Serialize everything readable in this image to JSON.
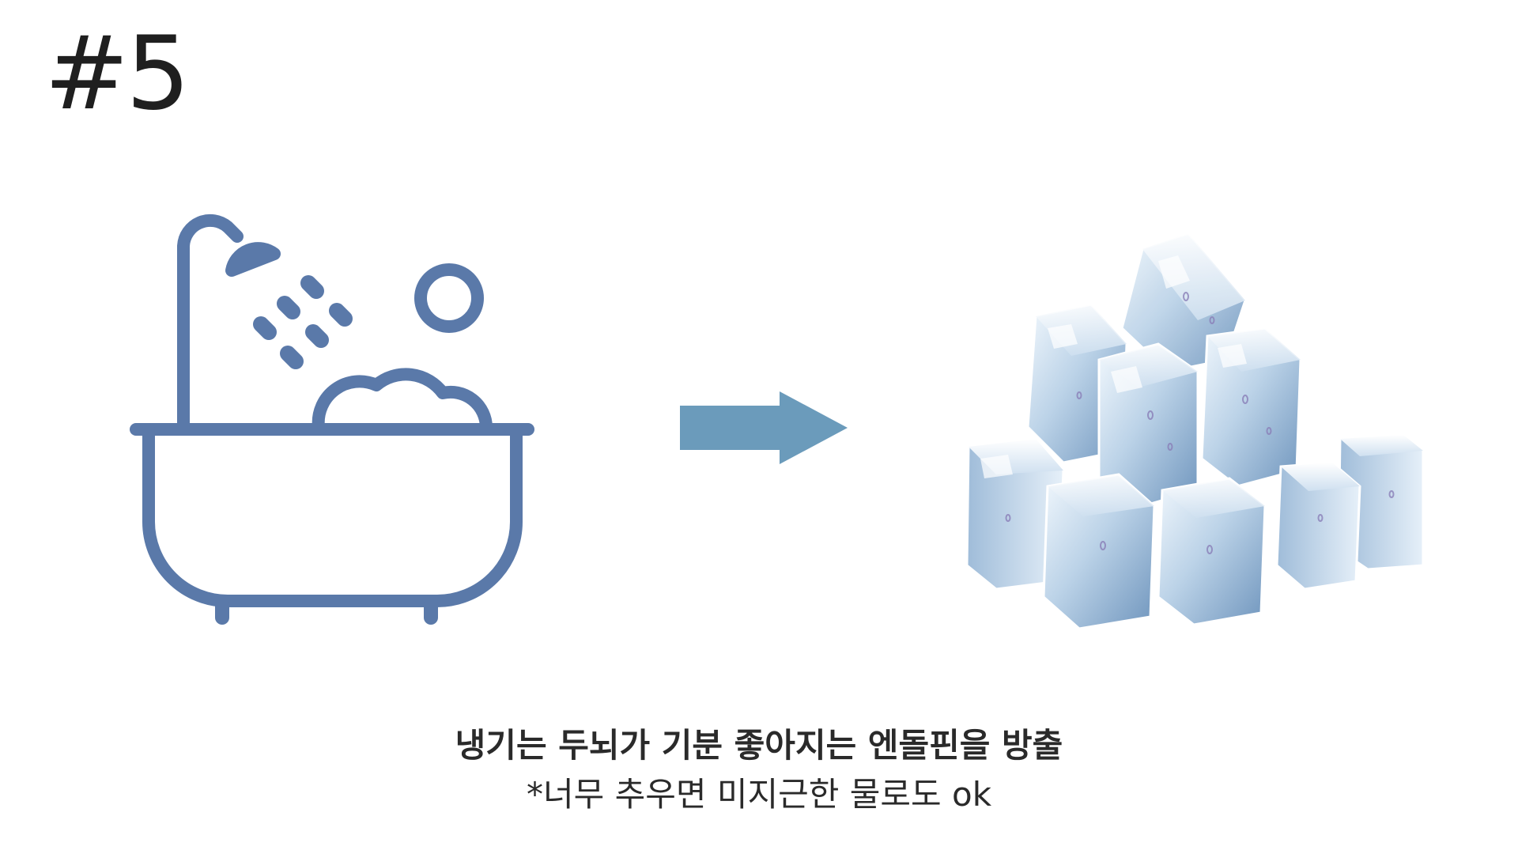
{
  "slide": {
    "number": "#5",
    "caption_main": "냉기는 두뇌가 기분 좋아지는 엔돌핀을 방출",
    "caption_sub": "*너무 추우면 미지근한 물로도 ok"
  },
  "icons": {
    "bath": "bathtub-shower-icon",
    "arrow": "right-arrow-icon",
    "ice": "ice-cubes-image"
  },
  "colors": {
    "icon_blue": "#5a79a9",
    "arrow_blue": "#6b9bbb",
    "text_dark": "#1f1f1f"
  }
}
